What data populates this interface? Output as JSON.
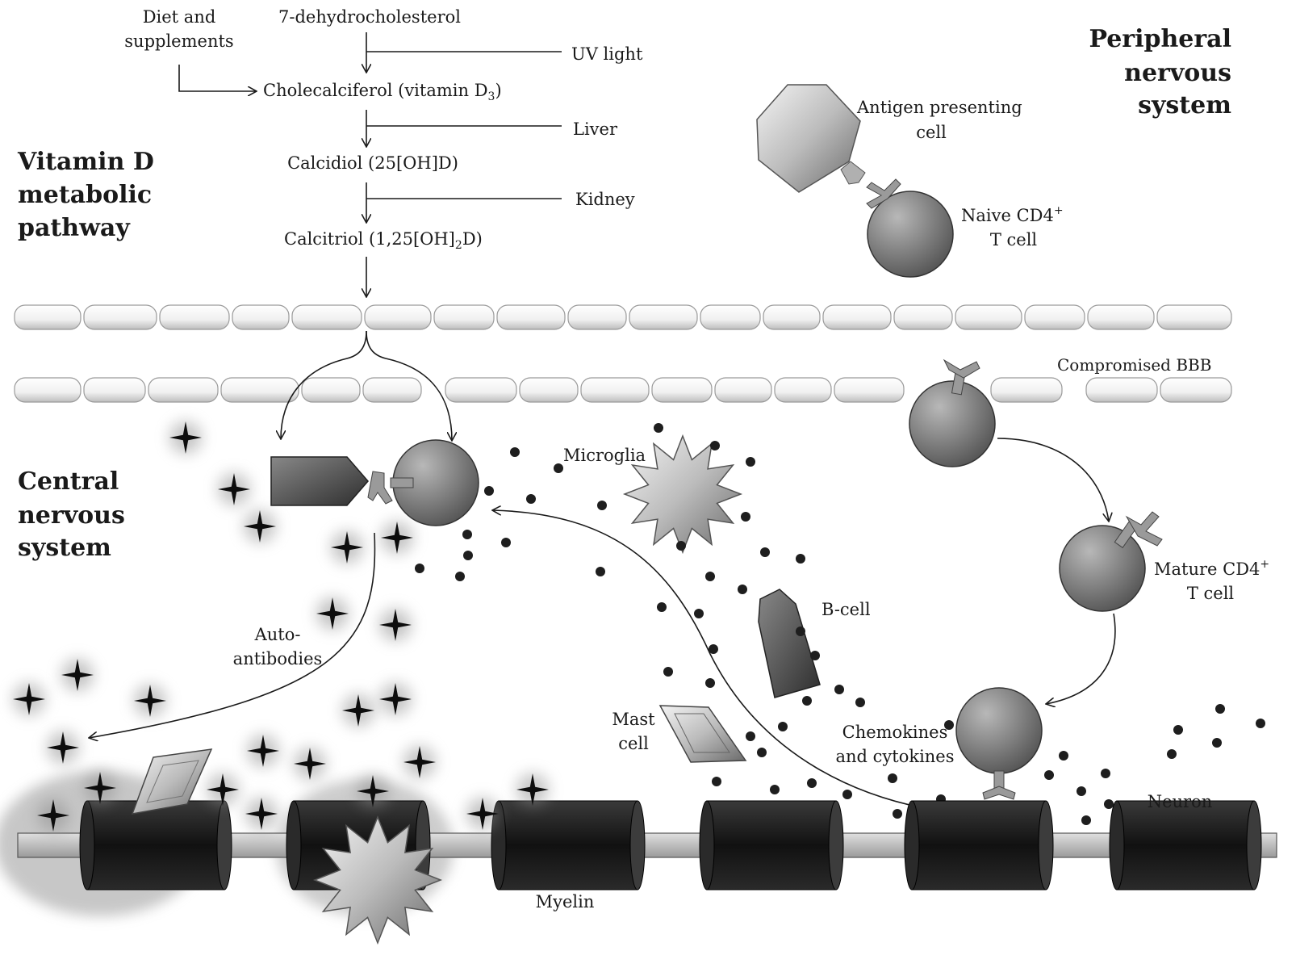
{
  "pathway": {
    "diet": [
      "Diet and",
      "supplements"
    ],
    "dehydro": "7-dehydrocholesterol",
    "uv": "UV light",
    "chole_pre": "Cholecalciferol (vitamin D",
    "chole_sub": "3",
    "chole_post": ")",
    "liver": "Liver",
    "calcidiol": "Calcidiol (25[OH]D)",
    "kidney": "Kidney",
    "calcitriol_pre": "Calcitriol (1,25[OH]",
    "calcitriol_sub": "2",
    "calcitriol_post": "D)"
  },
  "section_titles": {
    "vitd": [
      "Vitamin D",
      "metabolic",
      "pathway"
    ],
    "pns": [
      "Peripheral",
      "nervous",
      "system"
    ],
    "cns": [
      "Central",
      "nervous",
      "system"
    ]
  },
  "labels": {
    "apc": [
      "Antigen presenting",
      "cell"
    ],
    "naive_pre": "Naive CD4",
    "naive_sup": "+",
    "naive_line2": "T cell",
    "bbb": "Compromised BBB",
    "microglia": "Microglia",
    "bcell": "B-cell",
    "mature_pre": "Mature CD4",
    "mature_sup": "+",
    "mature_line2": "T cell",
    "auto": [
      "Auto-",
      "antibodies"
    ],
    "mast": [
      "Mast",
      "cell"
    ],
    "chemo": [
      "Chemokines",
      "and cytokines"
    ],
    "neuron": "Neuron",
    "myelin": "Myelin"
  },
  "colors": {
    "cell_gray": "#8a8a8a",
    "myelin_black": "#1c1c1c",
    "axon_gray": "#bdbdbd",
    "line": "#1a1a1a"
  }
}
